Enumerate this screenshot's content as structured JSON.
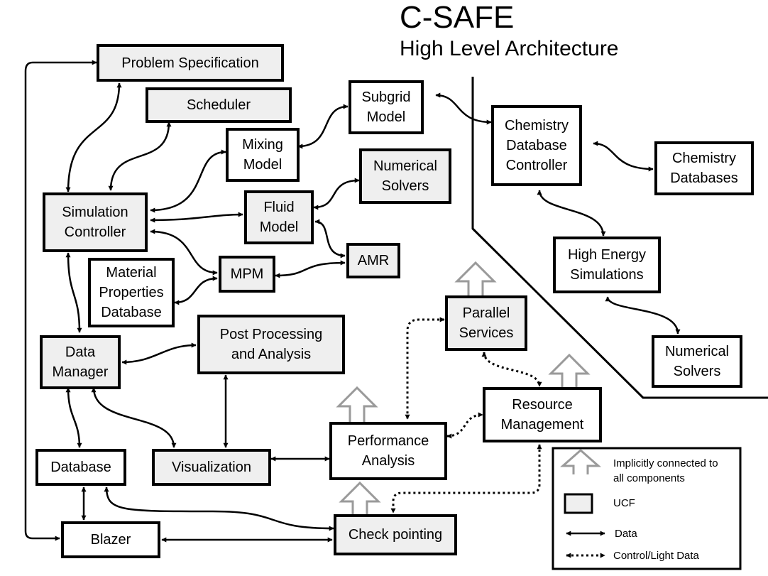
{
  "title": "C-SAFE",
  "subtitle": "High Level Architecture",
  "nodes": {
    "problem_specification": {
      "label": "Problem Specification",
      "ucf": true
    },
    "scheduler": {
      "label": "Scheduler",
      "ucf": true
    },
    "subgrid_model": {
      "label": "Subgrid\nModel",
      "ucf": false
    },
    "mixing_model": {
      "label": "Mixing\nModel",
      "ucf": false
    },
    "numerical_solvers_1": {
      "label": "Numerical\nSolvers",
      "ucf": true
    },
    "chemistry_database_controller": {
      "label": "Chemistry\nDatabase\nController",
      "ucf": false
    },
    "chemistry_databases": {
      "label": "Chemistry\nDatabases",
      "ucf": false
    },
    "simulation_controller": {
      "label": "Simulation\nController",
      "ucf": true
    },
    "fluid_model": {
      "label": "Fluid\nModel",
      "ucf": true
    },
    "amr": {
      "label": "AMR",
      "ucf": true
    },
    "mpm": {
      "label": "MPM",
      "ucf": true
    },
    "material_properties_database": {
      "label": "Material\nProperties\nDatabase",
      "ucf": false
    },
    "high_energy_simulations": {
      "label": "High Energy\nSimulations",
      "ucf": false
    },
    "parallel_services": {
      "label": "Parallel\nServices",
      "ucf": true
    },
    "data_manager": {
      "label": "Data\nManager",
      "ucf": true
    },
    "post_processing": {
      "label": "Post Processing\nand Analysis",
      "ucf": true
    },
    "numerical_solvers_2": {
      "label": "Numerical\nSolvers",
      "ucf": false
    },
    "resource_management": {
      "label": "Resource\nManagement",
      "ucf": false
    },
    "performance_analysis": {
      "label": "Performance\nAnalysis",
      "ucf": false
    },
    "database": {
      "label": "Database",
      "ucf": false
    },
    "visualization": {
      "label": "Visualization",
      "ucf": true
    },
    "blazer": {
      "label": "Blazer",
      "ucf": false
    },
    "check_pointing": {
      "label": "Check pointing",
      "ucf": true
    }
  },
  "legend": {
    "implicit": "Implicitly connected to\nall components",
    "ucf": "UCF",
    "data": "Data",
    "control": "Control/Light Data"
  },
  "colors": {
    "ucf_fill": "#efefef",
    "implicit_arrow": "#9a9a9a",
    "line": "#000000"
  }
}
